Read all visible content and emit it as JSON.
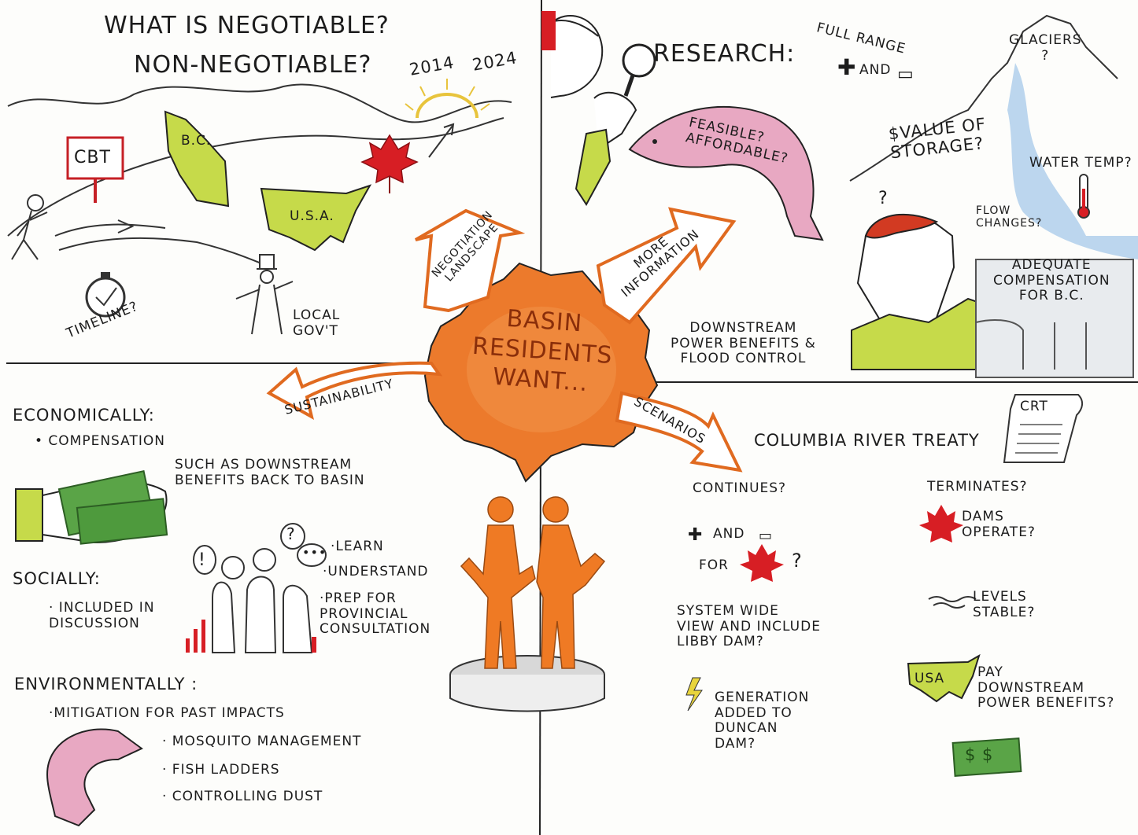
{
  "top_left": {
    "question_1": "WHAT IS NEGOTIABLE?",
    "question_2": "NON-NEGOTIABLE?",
    "year_1": "2014",
    "year_2": "2024",
    "cbt_sign": "CBT",
    "bc_map": "B.C.",
    "usa_map": "U.S.A.",
    "timeline": "TIMELINE?",
    "local_govt": "LOCAL\nGOV'T"
  },
  "top_right": {
    "research": "RESEARCH:",
    "full_range": "FULL RANGE",
    "and": "AND",
    "glaciers": "GLACIERS\n?",
    "value_of_storage": "$VALUE OF\nSTORAGE?",
    "water_temp": "WATER TEMP?",
    "feasible": "FEASIBLE?\nAFFORDABLE?",
    "flow_changes": "FLOW\nCHANGES?",
    "adequate_comp": "ADEQUATE\nCOMPENSATION\nFOR B.C.",
    "downstream": "DOWNSTREAM\nPOWER BENEFITS &\nFLOOD CONTROL"
  },
  "center": {
    "bubble": "BASIN\nRESIDENTS\nWANT...",
    "arrow_negotiation": "NEGOTIATION\nLANDSCAPE",
    "arrow_info": "MORE\nINFORMATION",
    "arrow_sustainability": "SUSTAINABILITY",
    "arrow_scenarios": "SCENARIOS"
  },
  "bottom_left": {
    "economically": "ECONOMICALLY:",
    "compensation": "• COMPENSATION",
    "such_as": "SUCH AS DOWNSTREAM\nBENEFITS BACK TO BASIN",
    "socially": "SOCIALLY:",
    "included": "· INCLUDED IN\nDISCUSSION",
    "learn": "·LEARN",
    "understand": "·UNDERSTAND",
    "prep": "·PREP FOR\nPROVINCIAL\nCONSULTATION",
    "environmentally": "ENVIRONMENTALLY :",
    "mitigation": "·MITIGATION FOR PAST IMPACTS",
    "mosquito": "· MOSQUITO MANAGEMENT",
    "fish_ladders": "· FISH LADDERS",
    "dust": "· CONTROLLING DUST"
  },
  "bottom_right": {
    "treaty": "COLUMBIA RIVER TREATY",
    "crt": "CRT",
    "continues": "CONTINUES?",
    "plus_and": "AND",
    "for": "FOR",
    "system_wide": "SYSTEM WIDE\nVIEW AND INCLUDE\nLIBBY DAM?",
    "generation": "GENERATION\nADDED TO\nDUNCAN\nDAM?",
    "terminates": "TERMINATES?",
    "dams_operate": "DAMS\nOPERATE?",
    "levels_stable": "LEVELS\nSTABLE?",
    "usa": "USA",
    "pay_downstream": "PAY\nDOWNSTREAM\nPOWER BENEFITS?",
    "money": "$ $"
  },
  "colors": {
    "orange": "#e9772b",
    "lime": "#b9d43c",
    "red": "#d71e24",
    "pink": "#e8a8c2",
    "green_money": "#5aa447"
  }
}
